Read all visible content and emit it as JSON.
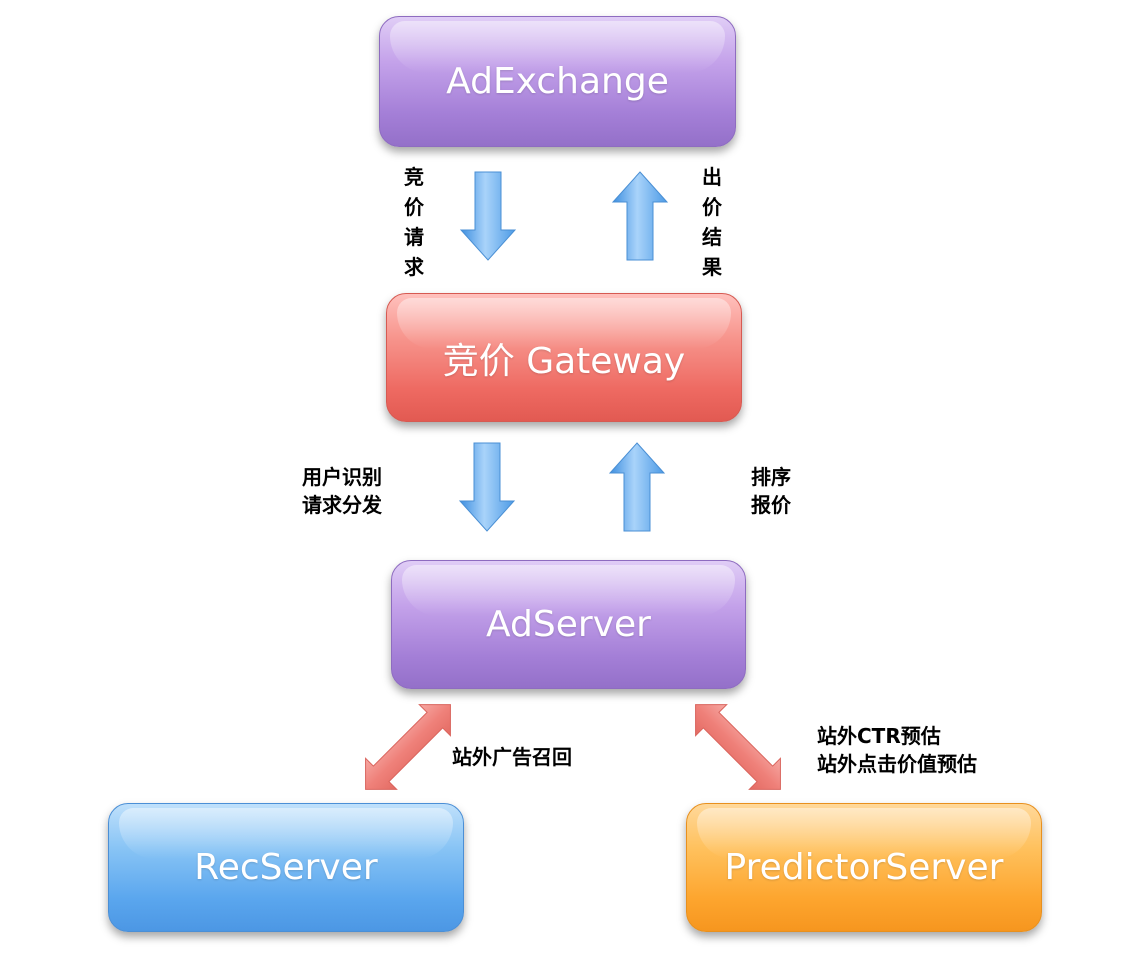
{
  "nodes": {
    "adexchange": "AdExchange",
    "gateway": "竞价 Gateway",
    "adserver": "AdServer",
    "recserver": "RecServer",
    "predictor": "PredictorServer"
  },
  "edges": {
    "bid_request": "竞价请求",
    "bid_result": "出价结果",
    "user_identify_line1": "用户识别",
    "user_identify_line2": "请求分发",
    "rank_quote_line1": "排序",
    "rank_quote_line2": "报价",
    "recall": "站外广告召回",
    "predict_line1": "站外CTR预估",
    "predict_line2": "站外点击价值预估"
  },
  "colors": {
    "adexchange": "#a47fd7",
    "gateway": "#ee6a62",
    "adserver": "#a47fd7",
    "recserver": "#5aa6ee",
    "predictor": "#fda52e",
    "flow_arrow": "#5aa6ee",
    "double_arrow": "#ee6a62"
  },
  "icons": {
    "flow_arrow": "block-arrow",
    "double_arrow": "double-headed-block-arrow"
  }
}
